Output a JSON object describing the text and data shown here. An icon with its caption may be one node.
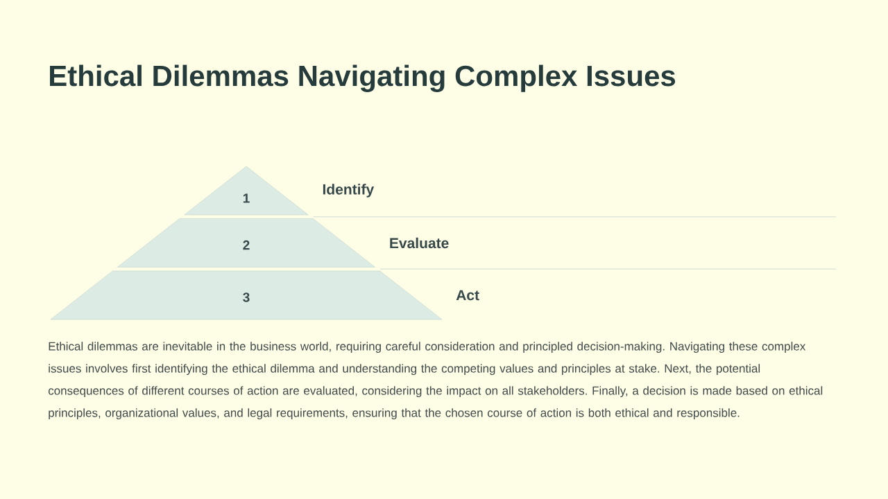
{
  "diagram": {
    "title": "Ethical Dilemmas Navigating Complex Issues",
    "nodes": [
      {
        "text": [
          "1"
        ],
        "beside": [
          "Identify"
        ]
      },
      {
        "text": [
          "2"
        ],
        "beside": [
          "Evaluate"
        ]
      },
      {
        "text": [
          "3"
        ],
        "beside": [
          "Act"
        ]
      }
    ],
    "labels": [
      "Ethical dilemmas are inevitable in the business world, requiring careful consideration and principled decision-making. Navigating these complex issues involves first identifying the ethical dilemma and understanding the competing values and principles at stake. Next, the potential consequences of different courses of action are evaluated, considering the impact on all stakeholders. Finally, a decision is made based on ethical principles, organizational values, and legal requirements, ensuring that the chosen course of action is both ethical and responsible."
    ]
  }
}
